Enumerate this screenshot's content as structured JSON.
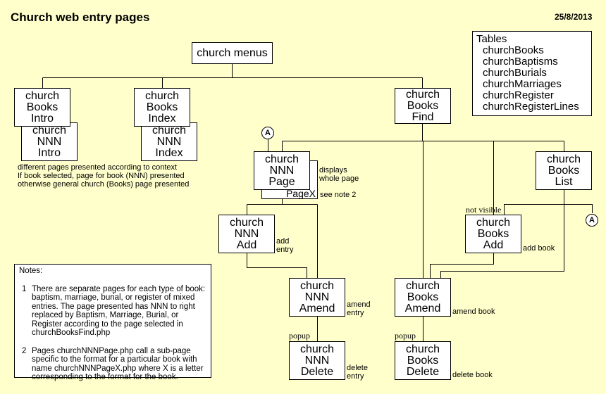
{
  "title": "Church web entry pages",
  "date": "25/8/2013",
  "tables": {
    "heading": "Tables",
    "items": [
      "churchBooks",
      "churchBaptisms",
      "churchBurials",
      "churchMarriages",
      "churchRegister",
      "churchRegisterLines"
    ]
  },
  "nodes": {
    "menus": [
      "church menus"
    ],
    "books_intro": [
      "church",
      "Books",
      "Intro"
    ],
    "nnn_intro": [
      "church",
      "NNN",
      "Intro"
    ],
    "books_index": [
      "church",
      "Books",
      "Index"
    ],
    "nnn_index": [
      "church",
      "NNN",
      "Index"
    ],
    "books_find": [
      "church",
      "Books",
      "Find"
    ],
    "nnn_page": [
      "church",
      "NNN",
      "Page"
    ],
    "pagex": "PageX",
    "books_list": [
      "church",
      "Books",
      "List"
    ],
    "nnn_add": [
      "church",
      "NNN",
      "Add"
    ],
    "books_add": [
      "church",
      "Books",
      "Add"
    ],
    "nnn_amend": [
      "church",
      "NNN",
      "Amend"
    ],
    "books_amend": [
      "church",
      "Books",
      "Amend"
    ],
    "nnn_delete": [
      "church",
      "NNN",
      "Delete"
    ],
    "books_delete": [
      "church",
      "Books",
      "Delete"
    ]
  },
  "connector_label": "A",
  "annotations": {
    "context": [
      "different pages presented according to context",
      "If book selected, page for book (NNN) presented",
      "otherwise general church (Books) page presented"
    ],
    "displays": [
      "displays",
      "whole page"
    ],
    "see_note": "see note 2",
    "add_entry": [
      "add",
      "entry"
    ],
    "amend_entry": [
      "amend",
      "entry"
    ],
    "delete_entry": [
      "delete",
      "entry"
    ],
    "add_book": "add book",
    "amend_book": "amend book",
    "delete_book": "delete book",
    "not_visible": "not visible",
    "popup_left": "popup",
    "popup_right": "popup"
  },
  "notes": {
    "heading": "Notes:",
    "items": [
      {
        "num": "1",
        "text": "There are separate pages for each type of book: baptism, marriage, burial, or register of mixed entries.  The page presented has NNN to right replaced by Baptism, Marriage, Burial, or Register according to the page selected in churchBooksFind.php"
      },
      {
        "num": "2",
        "text": "Pages churchNNNPage.php call a sub-page specific to the format for a particular book with name churchNNNPageX.php where X is a letter corresponding to the format for the book."
      }
    ]
  }
}
